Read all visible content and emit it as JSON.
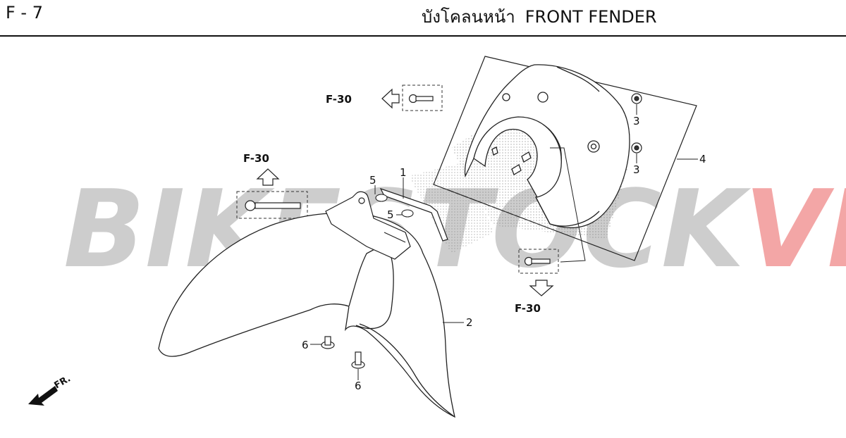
{
  "header": {
    "page_code": "F - 7",
    "title_thai": "บังโคลนหน้า",
    "title_en": "FRONT FENDER"
  },
  "watermark": {
    "part1": "BIKESTOCK",
    "part2": "VN",
    "color1": "#c8c8c8",
    "color2": "#f2a0a0"
  },
  "refs": {
    "top": "F-30",
    "left": "F-30",
    "bottom": "F-30"
  },
  "callouts": {
    "c1": "1",
    "c2": "2",
    "c3a": "3",
    "c3b": "3",
    "c4": "4",
    "c5a": "5",
    "c5b": "5",
    "c6a": "6",
    "c6b": "6"
  },
  "direction": {
    "label": "FR."
  }
}
